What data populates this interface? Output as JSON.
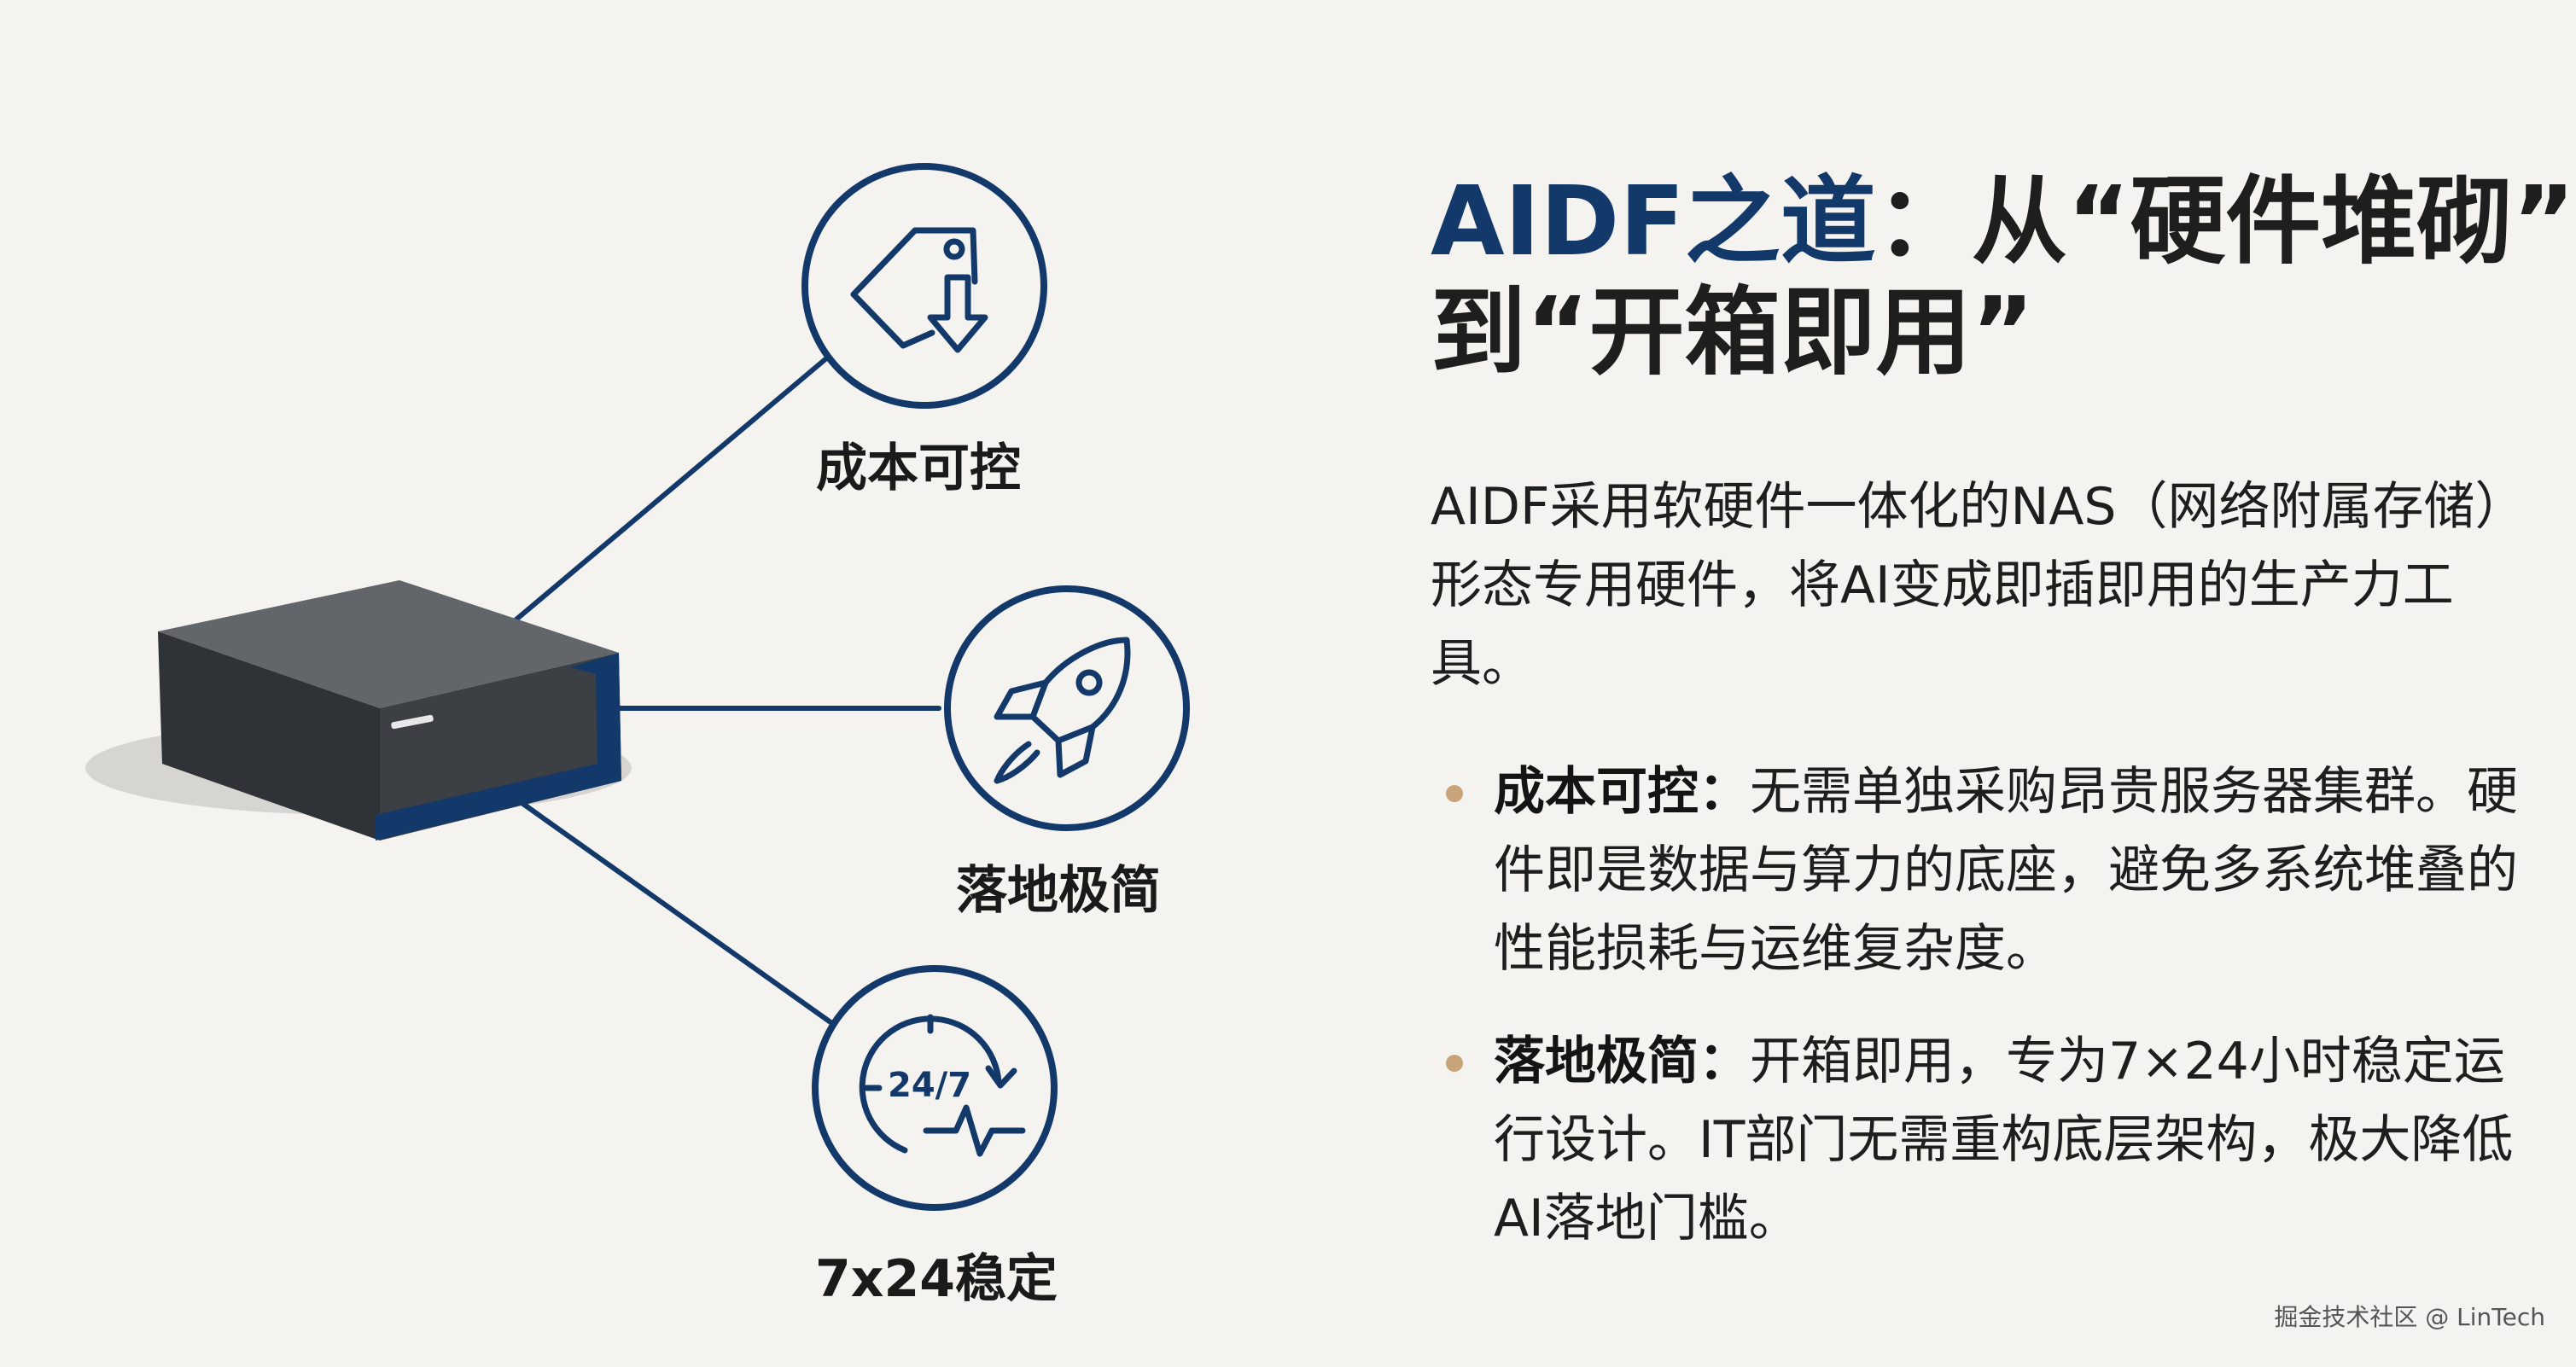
{
  "diagram": {
    "features": [
      {
        "id": "cost",
        "label": "成本可控",
        "icon": "price-tag-down-icon"
      },
      {
        "id": "simple",
        "label": "落地极简",
        "icon": "rocket-icon"
      },
      {
        "id": "stable",
        "label": "7x24稳定",
        "icon": "clock-24-7-heartbeat-icon",
        "icon_text": "24/7"
      }
    ],
    "center_device": "nas-box-icon",
    "colors": {
      "accent": "#13386a",
      "line": "#13386a",
      "device": "#3c3f43",
      "bullet": "#c9a37a"
    }
  },
  "title": {
    "line1_brand": "AIDF之道",
    "line1_rest": "：从“硬件堆砌”",
    "line2": "到“开箱即用”"
  },
  "intro": "AIDF采用软硬件一体化的NAS（网络附属存储）形态专用硬件，将AI变成即插即用的生产力工具。",
  "bullets": [
    {
      "head": "成本可控：",
      "text": "无需单独采购昂贵服务器集群。硬件即是数据与算力的底座，避免多系统堆叠的性能损耗与运维复杂度。"
    },
    {
      "head": "落地极简：",
      "text": "开箱即用，专为7×24小时稳定运行设计。IT部门无需重构底层架构，极大降低AI落地门槛。"
    }
  ],
  "watermark": "掘金技术社区 @ LinTech"
}
